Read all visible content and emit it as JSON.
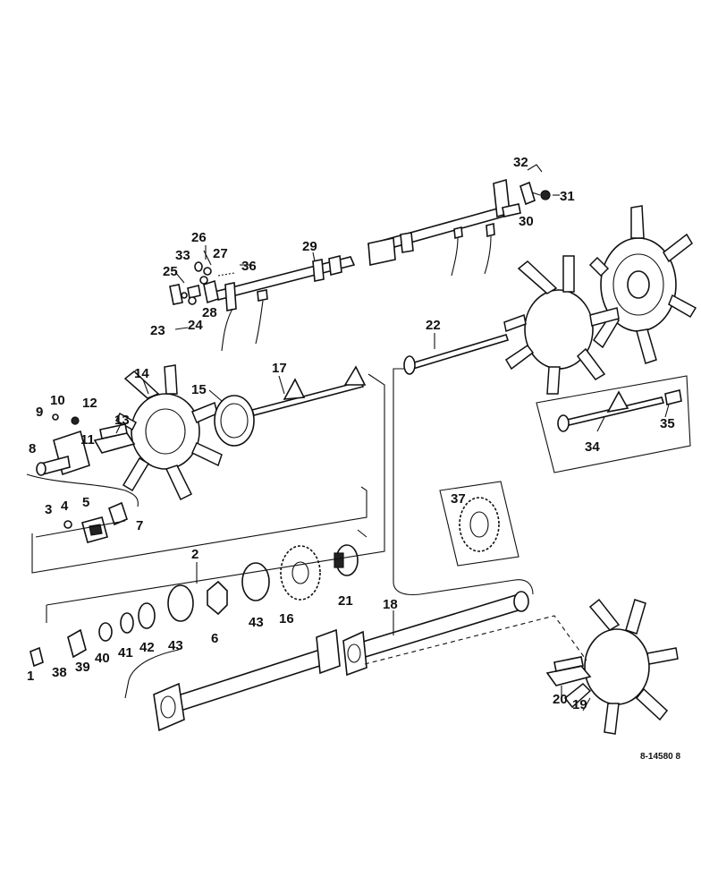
{
  "drawing_code": "8-14580 8",
  "callouts": [
    {
      "id": "c1",
      "text": "1"
    },
    {
      "id": "c2",
      "text": "2"
    },
    {
      "id": "c3",
      "text": "3"
    },
    {
      "id": "c4",
      "text": "4"
    },
    {
      "id": "c5",
      "text": "5"
    },
    {
      "id": "c6",
      "text": "6"
    },
    {
      "id": "c7",
      "text": "7"
    },
    {
      "id": "c8",
      "text": "8"
    },
    {
      "id": "c9",
      "text": "9"
    },
    {
      "id": "c10",
      "text": "10"
    },
    {
      "id": "c11",
      "text": "11"
    },
    {
      "id": "c12",
      "text": "12"
    },
    {
      "id": "c13",
      "text": "13"
    },
    {
      "id": "c14",
      "text": "14"
    },
    {
      "id": "c15",
      "text": "15"
    },
    {
      "id": "c16",
      "text": "16"
    },
    {
      "id": "c17",
      "text": "17"
    },
    {
      "id": "c18",
      "text": "18"
    },
    {
      "id": "c19",
      "text": "19"
    },
    {
      "id": "c20",
      "text": "20"
    },
    {
      "id": "c21",
      "text": "21"
    },
    {
      "id": "c22",
      "text": "22"
    },
    {
      "id": "c23",
      "text": "23"
    },
    {
      "id": "c24",
      "text": "24"
    },
    {
      "id": "c25",
      "text": "25"
    },
    {
      "id": "c26",
      "text": "26"
    },
    {
      "id": "c27",
      "text": "27"
    },
    {
      "id": "c28",
      "text": "28"
    },
    {
      "id": "c29",
      "text": "29"
    },
    {
      "id": "c30",
      "text": "30"
    },
    {
      "id": "c31",
      "text": "31"
    },
    {
      "id": "c32",
      "text": "32"
    },
    {
      "id": "c33",
      "text": "33"
    },
    {
      "id": "c34",
      "text": "34"
    },
    {
      "id": "c35",
      "text": "35"
    },
    {
      "id": "c36",
      "text": "36"
    },
    {
      "id": "c37",
      "text": "37"
    },
    {
      "id": "c38",
      "text": "38"
    },
    {
      "id": "c39",
      "text": "39"
    },
    {
      "id": "c40",
      "text": "40"
    },
    {
      "id": "c41",
      "text": "41"
    },
    {
      "id": "c42",
      "text": "42"
    },
    {
      "id": "c43a",
      "text": "43"
    },
    {
      "id": "c43b",
      "text": "43"
    }
  ]
}
